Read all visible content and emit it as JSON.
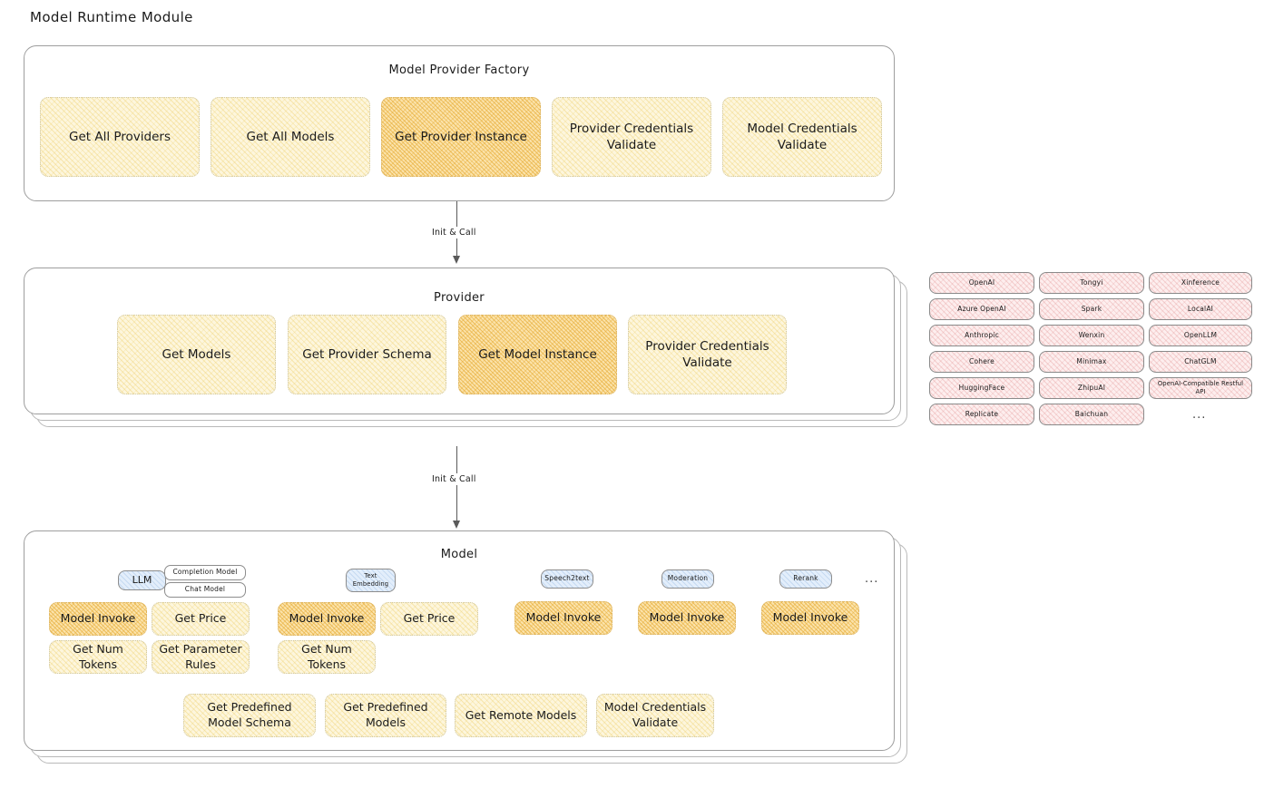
{
  "page": {
    "title": "Model Runtime Module"
  },
  "factory": {
    "title": "Model Provider Factory",
    "boxes": [
      {
        "label": "Get All Providers",
        "style": "yellow"
      },
      {
        "label": "Get All Models",
        "style": "yellow"
      },
      {
        "label": "Get Provider Instance",
        "style": "orange",
        "highlighted": true
      },
      {
        "label": "Provider Credentials Validate",
        "style": "yellow"
      },
      {
        "label": "Model Credentials Validate",
        "style": "yellow"
      }
    ]
  },
  "arrows": [
    {
      "label": "Init & Call"
    },
    {
      "label": "Init & Call"
    }
  ],
  "provider": {
    "title": "Provider",
    "boxes": [
      {
        "label": "Get Models",
        "style": "yellow"
      },
      {
        "label": "Get Provider Schema",
        "style": "yellow"
      },
      {
        "label": "Get Model Instance",
        "style": "orange",
        "highlighted": true
      },
      {
        "label": "Provider Credentials Validate",
        "style": "yellow"
      }
    ]
  },
  "provider_list": {
    "ellipsis": "...",
    "columns": [
      [
        "OpenAI",
        "Azure OpenAI",
        "Anthropic",
        "Cohere",
        "HuggingFace",
        "Replicate"
      ],
      [
        "Tongyi",
        "Spark",
        "Wenxin",
        "Minimax",
        "ZhipuAI",
        "Baichuan"
      ],
      [
        "Xinference",
        "LocalAI",
        "OpenLLM",
        "ChatGLM",
        "OpenAI-Compatible Restful API"
      ]
    ]
  },
  "model": {
    "title": "Model",
    "ellipsis": "...",
    "types": [
      {
        "badge": "LLM",
        "sub_badges": [
          "Completion Model",
          "Chat Model"
        ],
        "ops": [
          {
            "label": "Model Invoke",
            "style": "orange"
          },
          {
            "label": "Get Price",
            "style": "yellow"
          },
          {
            "label": "Get Num Tokens",
            "style": "yellow"
          },
          {
            "label": "Get Parameter Rules",
            "style": "yellow"
          }
        ]
      },
      {
        "badge": "Text Embedding",
        "sub_badges": [],
        "ops": [
          {
            "label": "Model Invoke",
            "style": "orange"
          },
          {
            "label": "Get Price",
            "style": "yellow"
          },
          {
            "label": "Get Num Tokens",
            "style": "yellow"
          }
        ]
      },
      {
        "badge": "Speech2text",
        "sub_badges": [],
        "ops": [
          {
            "label": "Model Invoke",
            "style": "orange"
          }
        ]
      },
      {
        "badge": "Moderation",
        "sub_badges": [],
        "ops": [
          {
            "label": "Model Invoke",
            "style": "orange"
          }
        ]
      },
      {
        "badge": "Rerank",
        "sub_badges": [],
        "ops": [
          {
            "label": "Model Invoke",
            "style": "orange"
          }
        ]
      }
    ],
    "common_ops": [
      {
        "label": "Get Predefined Model Schema",
        "style": "yellow"
      },
      {
        "label": "Get Predefined Models",
        "style": "yellow"
      },
      {
        "label": "Get Remote Models",
        "style": "yellow"
      },
      {
        "label": "Model Credentials Validate",
        "style": "yellow"
      }
    ]
  },
  "colors": {
    "yellow_fill": "#fdf6dd",
    "orange_fill": "#fbe3ab",
    "pink_fill": "#fdeeee",
    "blue_fill": "#e3eefb",
    "card_border": "#9e9e9e",
    "text": "#1b1b1b"
  }
}
